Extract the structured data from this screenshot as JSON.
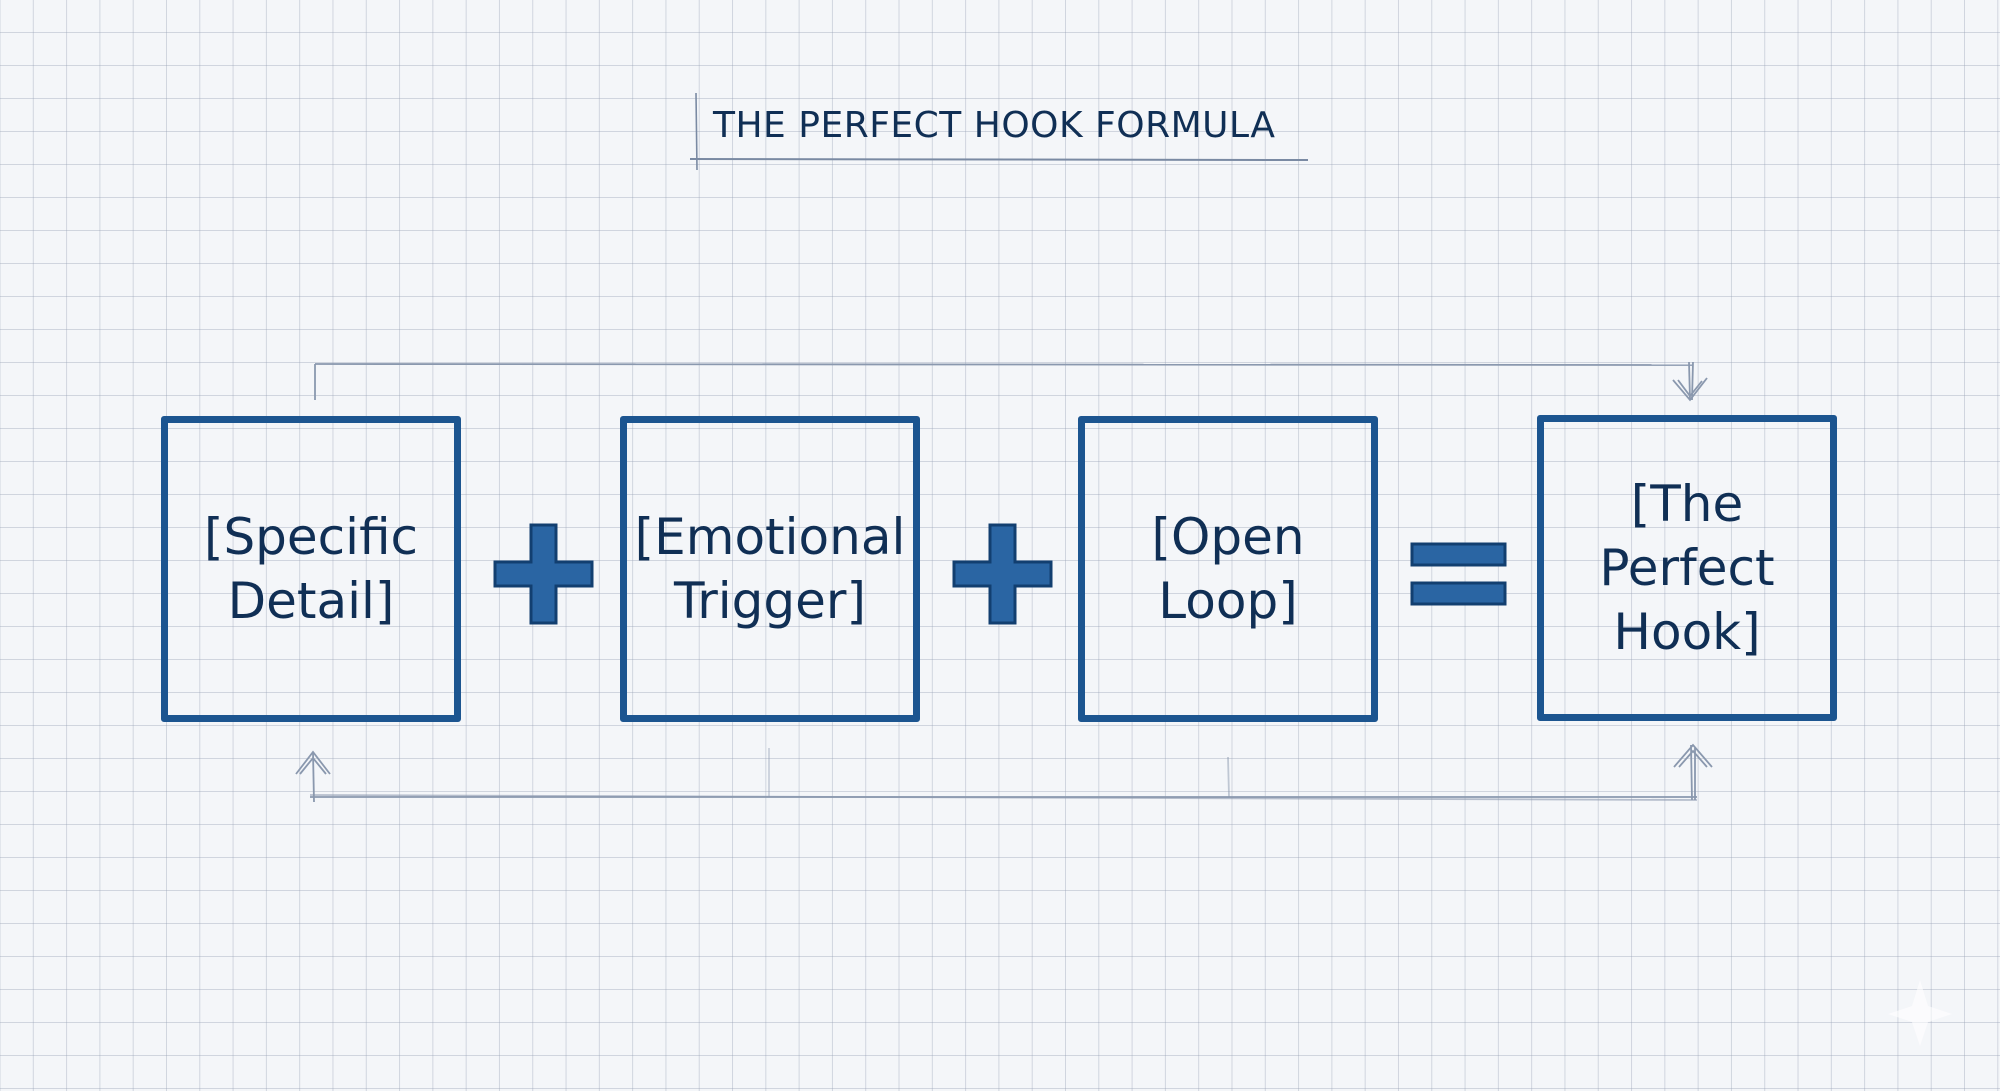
{
  "title": "THE PERFECT HOOK FORMULA",
  "colors": {
    "box_border": "#1c5590",
    "text": "#102f55",
    "operator_fill": "#2a65a3",
    "operator_stroke": "#123f70",
    "connector": "#8090a8",
    "grid": "#c8cfdb",
    "background": "#f4f6f9"
  },
  "formula": {
    "terms": [
      {
        "label": "[Specific\nDetail]"
      },
      {
        "label": "[Emotional\nTrigger]"
      },
      {
        "label": "[Open\nLoop]"
      },
      {
        "label": "[The\nPerfect\nHook]"
      }
    ],
    "operators": [
      {
        "symbol": "plus",
        "icon": "plus-icon"
      },
      {
        "symbol": "plus",
        "icon": "plus-icon"
      },
      {
        "symbol": "equals",
        "icon": "equals-icon"
      }
    ]
  },
  "connectors": [
    {
      "from": "[Specific Detail]",
      "to": "[The Perfect Hook]",
      "route": "top"
    },
    {
      "from": "inputs",
      "to": "[Specific Detail]",
      "route": "bottom"
    },
    {
      "from": "inputs",
      "to": "[The Perfect Hook]",
      "route": "bottom"
    }
  ]
}
